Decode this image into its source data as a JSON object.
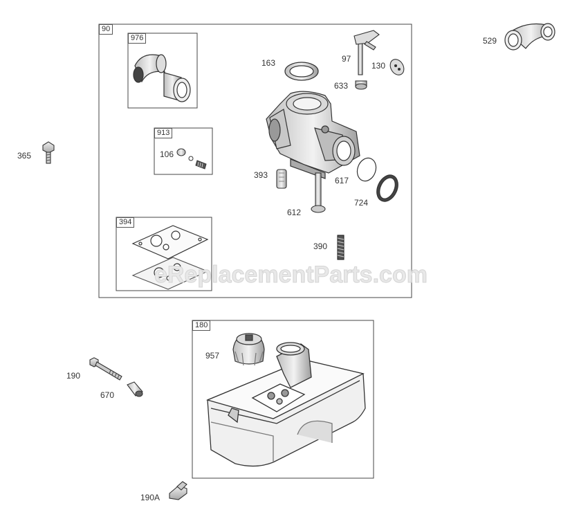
{
  "watermark": "eReplacementParts.com",
  "groups": {
    "carburetor_group": "90",
    "air_cleaner_kit": "976",
    "float_kit": "913",
    "gasket_set": "394",
    "fuel_tank": "180"
  },
  "parts": {
    "p529": "529",
    "p365": "365",
    "p163": "163",
    "p97": "97",
    "p130": "130",
    "p633": "633",
    "p106": "106",
    "p393": "393",
    "p617": "617",
    "p724": "724",
    "p612": "612",
    "p390": "390",
    "p957": "957",
    "p190": "190",
    "p670": "670",
    "p190a": "190A"
  }
}
